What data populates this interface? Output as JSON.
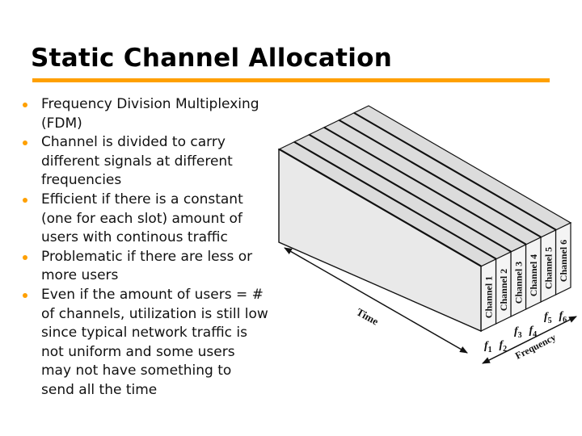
{
  "title": "Static Channel Allocation",
  "colors": {
    "accent": "#FFA000",
    "box_front": "#e9e9e9",
    "box_side": "#cccccc",
    "box_top": "#dcdcdc"
  },
  "bullets": [
    {
      "text": "Frequency Division Multiplexing (FDM)"
    },
    {
      "text": "Channel is divided to carry different signals at different frequencies"
    },
    {
      "text": "Efficient if there is a constant (one for each slot) amount of users with continous traffic"
    },
    {
      "text": "Problematic if there are less or more users"
    },
    {
      "text": "Even if the amount of users = # of channels, utilization is still low since typical network traffic is not uniform and some users may not have something to send all the time"
    }
  ],
  "diagram": {
    "channels": [
      "Channel 1",
      "Channel 2",
      "Channel 3",
      "Channel 4",
      "Channel 5",
      "Channel 6"
    ],
    "frequencies": [
      {
        "base": "f",
        "sub": "1"
      },
      {
        "base": "f",
        "sub": "2"
      },
      {
        "base": "f",
        "sub": "3"
      },
      {
        "base": "f",
        "sub": "4"
      },
      {
        "base": "f",
        "sub": "5"
      },
      {
        "base": "f",
        "sub": "6"
      }
    ],
    "time_axis_label": "Time",
    "frequency_axis_label": "Frequency"
  }
}
